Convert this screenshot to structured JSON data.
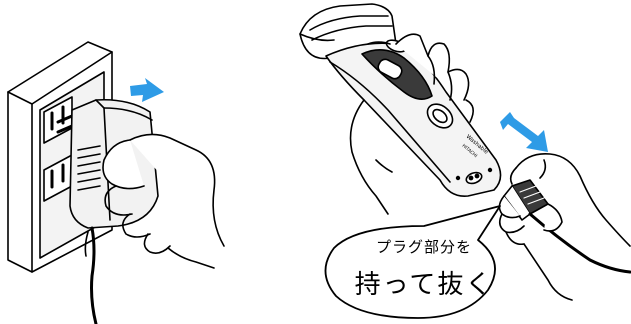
{
  "callout": {
    "line1": "プラグ部分を",
    "line2": "持って抜く"
  },
  "shaver": {
    "brand": "Washable",
    "model": "HITACHI"
  },
  "colors": {
    "arrow": "#2e9be6",
    "stroke": "#000000",
    "outlet_fill": "#eaeaea",
    "adapter_fill": "#f2f2f2",
    "shaver_dark": "#3a3a3a",
    "background": "#ffffff"
  },
  "icons": {
    "unplug_arrow_left": "blue-arrow-icon",
    "unplug_arrow_right": "blue-arrow-icon"
  }
}
